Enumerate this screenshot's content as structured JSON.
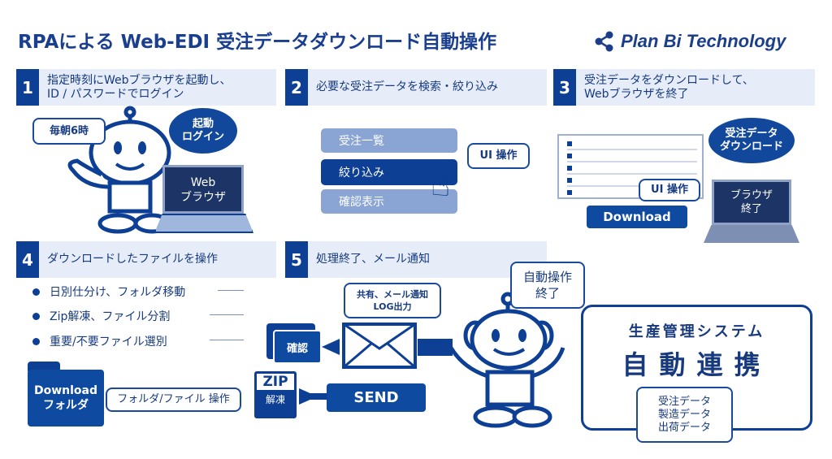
{
  "title": "RPAによる Web-EDI 受注データダウンロード自動操作",
  "logo": {
    "text": "Plan Bi Technology",
    "icon": "share-icon"
  },
  "steps": [
    {
      "num": "1",
      "line1": "指定時刻にWebブラウザを起動し、",
      "line2": "ID / パスワードでログイン"
    },
    {
      "num": "2",
      "line1": "必要な受注データを検索・絞り込み"
    },
    {
      "num": "3",
      "line1": "受注データをダウンロードして、",
      "line2": "Webブラウザを終了"
    },
    {
      "num": "4",
      "line1": "ダウンロードしたファイルを操作"
    },
    {
      "num": "5",
      "line1": "処理終了、メール通知"
    }
  ],
  "s1": {
    "bubble": "毎朝6時",
    "dark_l1": "起動",
    "dark_l2": "ログイン",
    "screen_l1": "Web",
    "screen_l2": "ブラウザ"
  },
  "s2": {
    "buttons": [
      "受注一覧",
      "絞り込み",
      "確認表示"
    ],
    "bubble": "UI 操作"
  },
  "s3": {
    "download": "Download",
    "bubble": "UI 操作",
    "dark_l1": "受注データ",
    "dark_l2": "ダウンロード",
    "screen_l1": "ブラウザ",
    "screen_l2": "終了"
  },
  "s4": {
    "bullets": [
      "日別仕分け、フォルダ移動",
      "Zip解凍、ファイル分割",
      "重要/不要ファイル選別"
    ],
    "folder_l1": "Download",
    "folder_l2": "フォルダ",
    "bubble": "フォルダ/ファイル 操作"
  },
  "s5": {
    "confirm": "確認",
    "zip": "ZIP",
    "unzip": "解凍",
    "send": "SEND",
    "mail_l1": "共有、メール通知",
    "mail_l2": "LOG出力",
    "robot_l1": "自動操作",
    "robot_l2": "終了"
  },
  "system": {
    "title": "生産管理システム",
    "big": "自動連携",
    "items": [
      "受注データ",
      "製造データ",
      "出荷データ"
    ]
  }
}
